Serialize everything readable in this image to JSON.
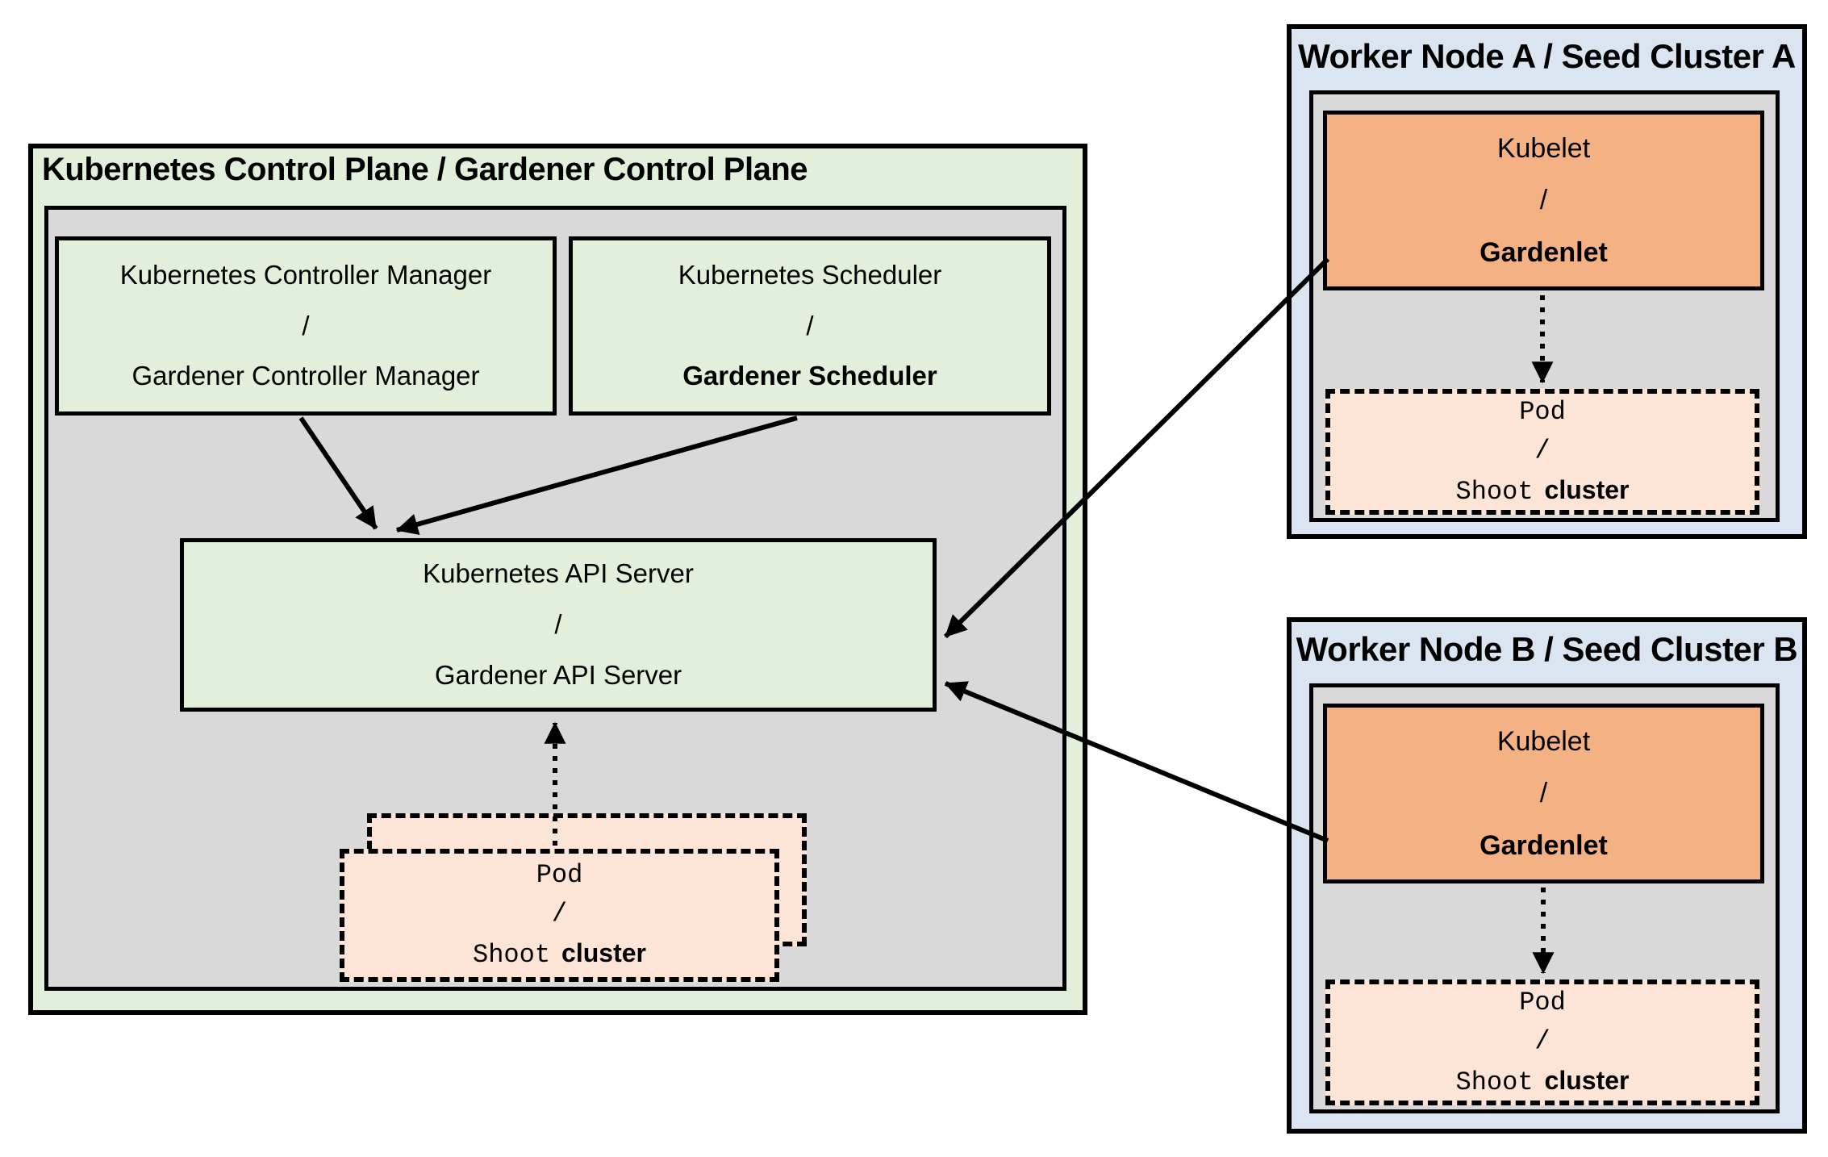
{
  "colors": {
    "panel_green": "#e2efda",
    "panel_gray": "#d9d9d9",
    "panel_blue": "#dbe5f1",
    "node_green": "#e2efda",
    "node_orange": "#f4b183",
    "node_peach": "#fce4d6",
    "border": "#000000"
  },
  "control_plane": {
    "title": "Kubernetes Control Plane / Gardener Control Plane",
    "controller_manager": {
      "line1": "Kubernetes Controller Manager",
      "separator": "/",
      "line2": "Gardener Controller Manager"
    },
    "scheduler": {
      "line1": "Kubernetes Scheduler",
      "separator": "/",
      "line2": "Gardener Scheduler"
    },
    "api_server": {
      "line1": "Kubernetes API Server",
      "separator": "/",
      "line2": "Gardener API Server"
    },
    "pod": {
      "line1": "Pod",
      "separator": "/",
      "line3_mono": "Shoot",
      "line3_sans": "cluster"
    }
  },
  "worker_node_a": {
    "title": "Worker Node A / Seed Cluster A",
    "kubelet": {
      "line1": "Kubelet",
      "separator": "/",
      "line2": "Gardenlet"
    },
    "pod": {
      "line1": "Pod",
      "separator": "/",
      "line3_mono": "Shoot",
      "line3_sans": "cluster"
    }
  },
  "worker_node_b": {
    "title": "Worker Node B / Seed Cluster B",
    "kubelet": {
      "line1": "Kubelet",
      "separator": "/",
      "line2": "Gardenlet"
    },
    "pod": {
      "line1": "Pod",
      "separator": "/",
      "line3_mono": "Shoot",
      "line3_sans": "cluster"
    }
  }
}
